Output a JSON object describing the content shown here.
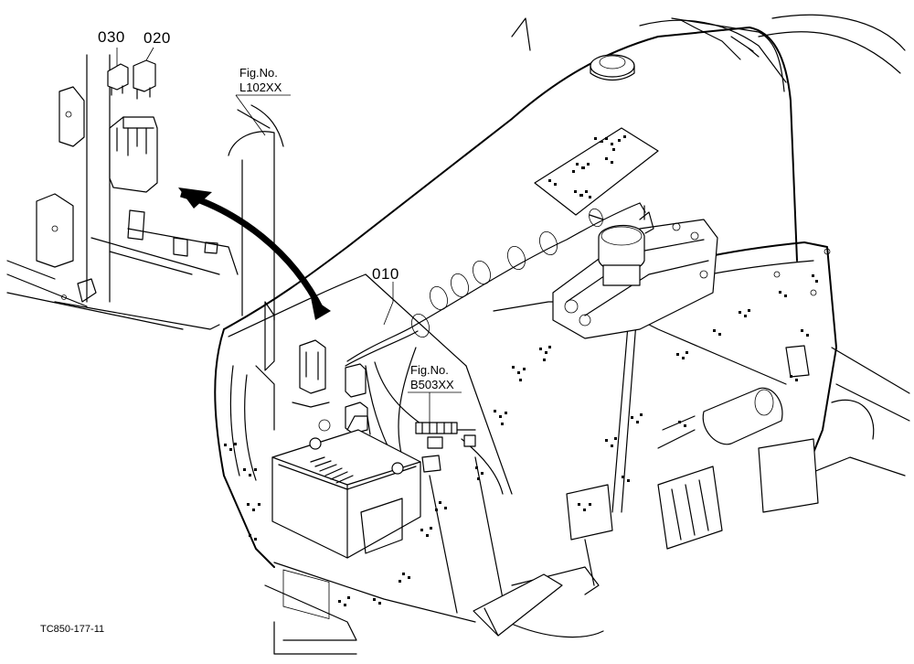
{
  "callouts": {
    "part_030": "030",
    "part_020": "020",
    "part_010": "010"
  },
  "figure_refs": {
    "ref_l102": {
      "line1": "Fig.No.",
      "line2": "L102XX"
    },
    "ref_b503": {
      "line1": "Fig.No.",
      "line2": "B503XX"
    }
  },
  "footer": {
    "drawing_code": "TC850-177-11"
  },
  "colors": {
    "ink": "#000000",
    "paper": "#ffffff"
  }
}
